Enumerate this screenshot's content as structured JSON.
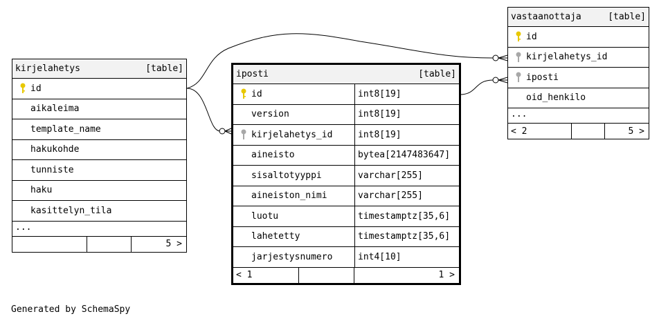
{
  "tables": {
    "kirjelahetys": {
      "name": "kirjelahetys",
      "tag": "[table]",
      "columns": [
        {
          "name": "id",
          "key": "primary-key"
        },
        {
          "name": "aikaleima",
          "key": ""
        },
        {
          "name": "template_name",
          "key": ""
        },
        {
          "name": "hakukohde",
          "key": ""
        },
        {
          "name": "tunniste",
          "key": ""
        },
        {
          "name": "haku",
          "key": ""
        },
        {
          "name": "kasittelyn_tila",
          "key": ""
        }
      ],
      "more": "...",
      "footer": {
        "left": "",
        "right": "5 >"
      }
    },
    "iposti": {
      "name": "iposti",
      "tag": "[table]",
      "columns": [
        {
          "name": "id",
          "type": "int8[19]",
          "key": "primary-key"
        },
        {
          "name": "version",
          "type": "int8[19]",
          "key": ""
        },
        {
          "name": "kirjelahetys_id",
          "type": "int8[19]",
          "key": "foreign-key"
        },
        {
          "name": "aineisto",
          "type": "bytea[2147483647]",
          "key": ""
        },
        {
          "name": "sisaltotyyppi",
          "type": "varchar[255]",
          "key": ""
        },
        {
          "name": "aineiston_nimi",
          "type": "varchar[255]",
          "key": ""
        },
        {
          "name": "luotu",
          "type": "timestamptz[35,6]",
          "key": ""
        },
        {
          "name": "lahetetty",
          "type": "timestamptz[35,6]",
          "key": ""
        },
        {
          "name": "jarjestysnumero",
          "type": "int4[10]",
          "key": ""
        }
      ],
      "footer": {
        "left": "< 1",
        "right": "1 >"
      }
    },
    "vastaanottaja": {
      "name": "vastaanottaja",
      "tag": "[table]",
      "columns": [
        {
          "name": "id",
          "key": "primary-key"
        },
        {
          "name": "kirjelahetys_id",
          "key": "foreign-key"
        },
        {
          "name": "iposti",
          "key": "foreign-key"
        },
        {
          "name": "oid_henkilo",
          "key": ""
        }
      ],
      "more": "...",
      "footer": {
        "left": "< 2",
        "right": "5 >"
      }
    }
  },
  "colors": {
    "primary_key": "#e8c800",
    "foreign_key": "#a8a8a8",
    "header_bg": "#f2f2f2"
  },
  "footer_text": "Generated by SchemaSpy"
}
